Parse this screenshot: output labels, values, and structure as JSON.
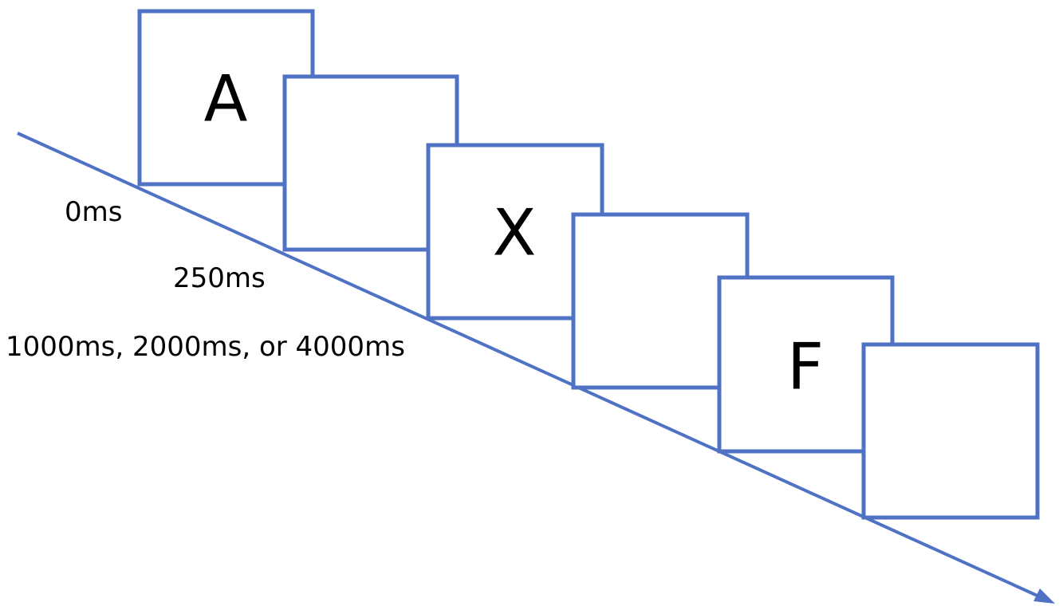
{
  "stimuli": {
    "letters": [
      "A",
      "X",
      "F"
    ]
  },
  "timing_labels": {
    "onset": "0ms",
    "stimulus_duration": "250ms",
    "interval_options": "1000ms, 2000ms, or 4000ms"
  },
  "colors": {
    "frame_stroke": "#4f72c4",
    "timeline": "#4f72c4",
    "text": "#000000",
    "background": "#ffffff"
  }
}
